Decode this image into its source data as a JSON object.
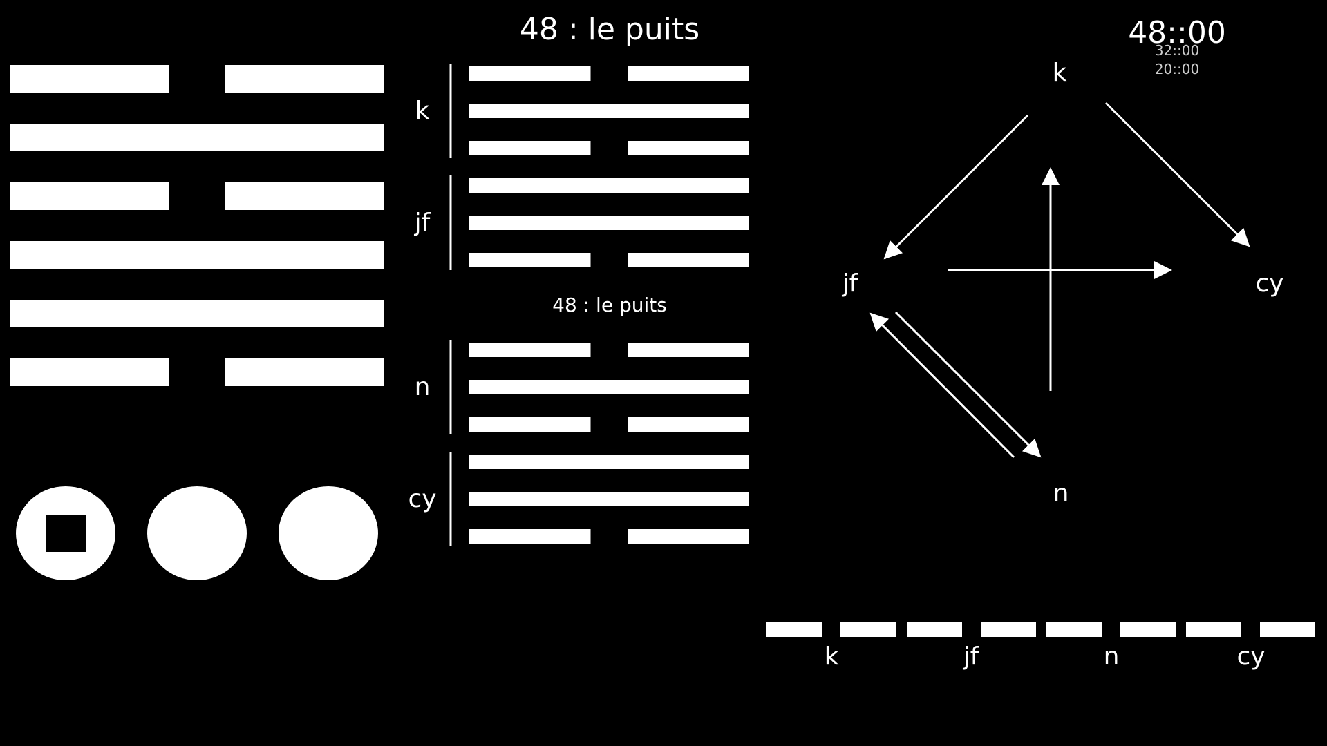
{
  "hexagram": {
    "title": "48 : le puits",
    "subtitle": "48 : le puits",
    "lines_top_to_bottom": [
      "yin",
      "yang",
      "yin",
      "yang",
      "yang",
      "yin"
    ]
  },
  "clock": {
    "main": "48::00",
    "secondary": [
      "32::00",
      "20::00"
    ]
  },
  "coins": [
    {
      "name": "coin-1",
      "marked": true
    },
    {
      "name": "coin-2",
      "marked": false
    },
    {
      "name": "coin-3",
      "marked": false
    }
  ],
  "trigrams": [
    {
      "label": "k",
      "lines": [
        "yin",
        "yang",
        "yin"
      ]
    },
    {
      "label": "jf",
      "lines": [
        "yang",
        "yang",
        "yin"
      ]
    },
    {
      "label": "n",
      "lines": [
        "yin",
        "yang",
        "yin"
      ]
    },
    {
      "label": "cy",
      "lines": [
        "yang",
        "yang",
        "yin"
      ]
    }
  ],
  "diagram": {
    "nodes": {
      "top": "k",
      "left": "jf",
      "right": "cy",
      "bottom": "n"
    }
  },
  "bottom_bar": {
    "labels": [
      "k",
      "jf",
      "n",
      "cy"
    ]
  },
  "colors": {
    "background": "#000000",
    "foreground": "#ffffff",
    "secondary_text": "#cccccc"
  }
}
